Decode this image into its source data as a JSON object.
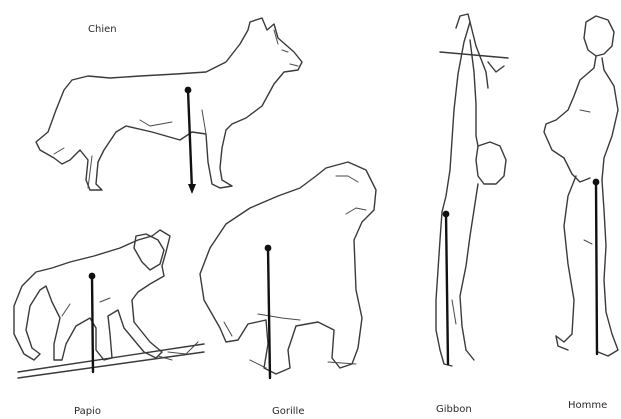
{
  "labels": {
    "chien": "Chien",
    "papio": "Papio",
    "gorille": "Gorille",
    "gibbon": "Gibbon",
    "homme": "Homme"
  },
  "colors": {
    "outline": "#3a3a3a",
    "gravity_line": "#111111",
    "background": "#ffffff"
  }
}
